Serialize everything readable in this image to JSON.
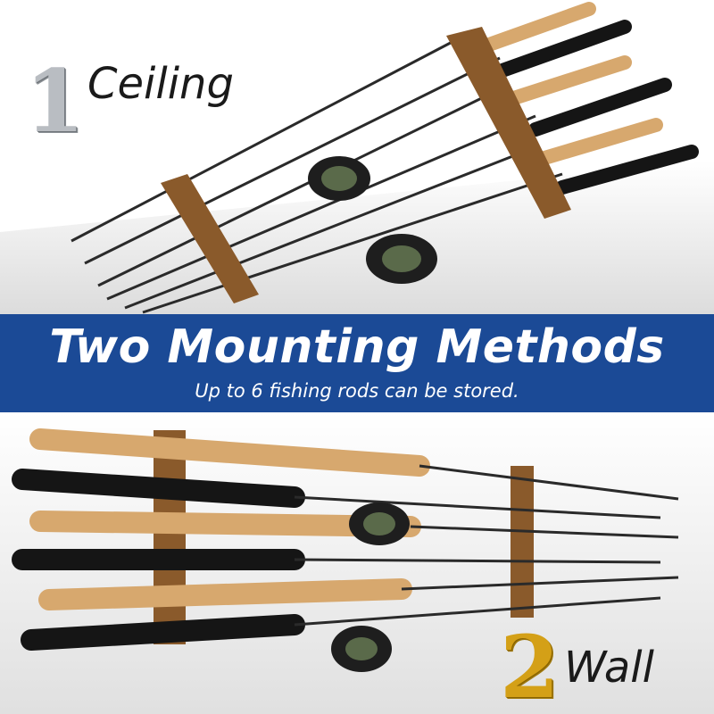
{
  "banner": {
    "title": "Two Mounting Methods",
    "subtitle": "Up to 6 fishing rods can be stored.",
    "color": "#1b4a96"
  },
  "methods": [
    {
      "number": "1",
      "label": "Ceiling"
    },
    {
      "number": "2",
      "label": "Wall"
    }
  ],
  "colors": {
    "wood": "#8a5a2b",
    "cork": "#d7a86e",
    "grip": "#151515",
    "blank": "#2a2a2a",
    "silver_number": "#b9bdc2",
    "gold_number": "#d4a017"
  },
  "rod_count": 6
}
